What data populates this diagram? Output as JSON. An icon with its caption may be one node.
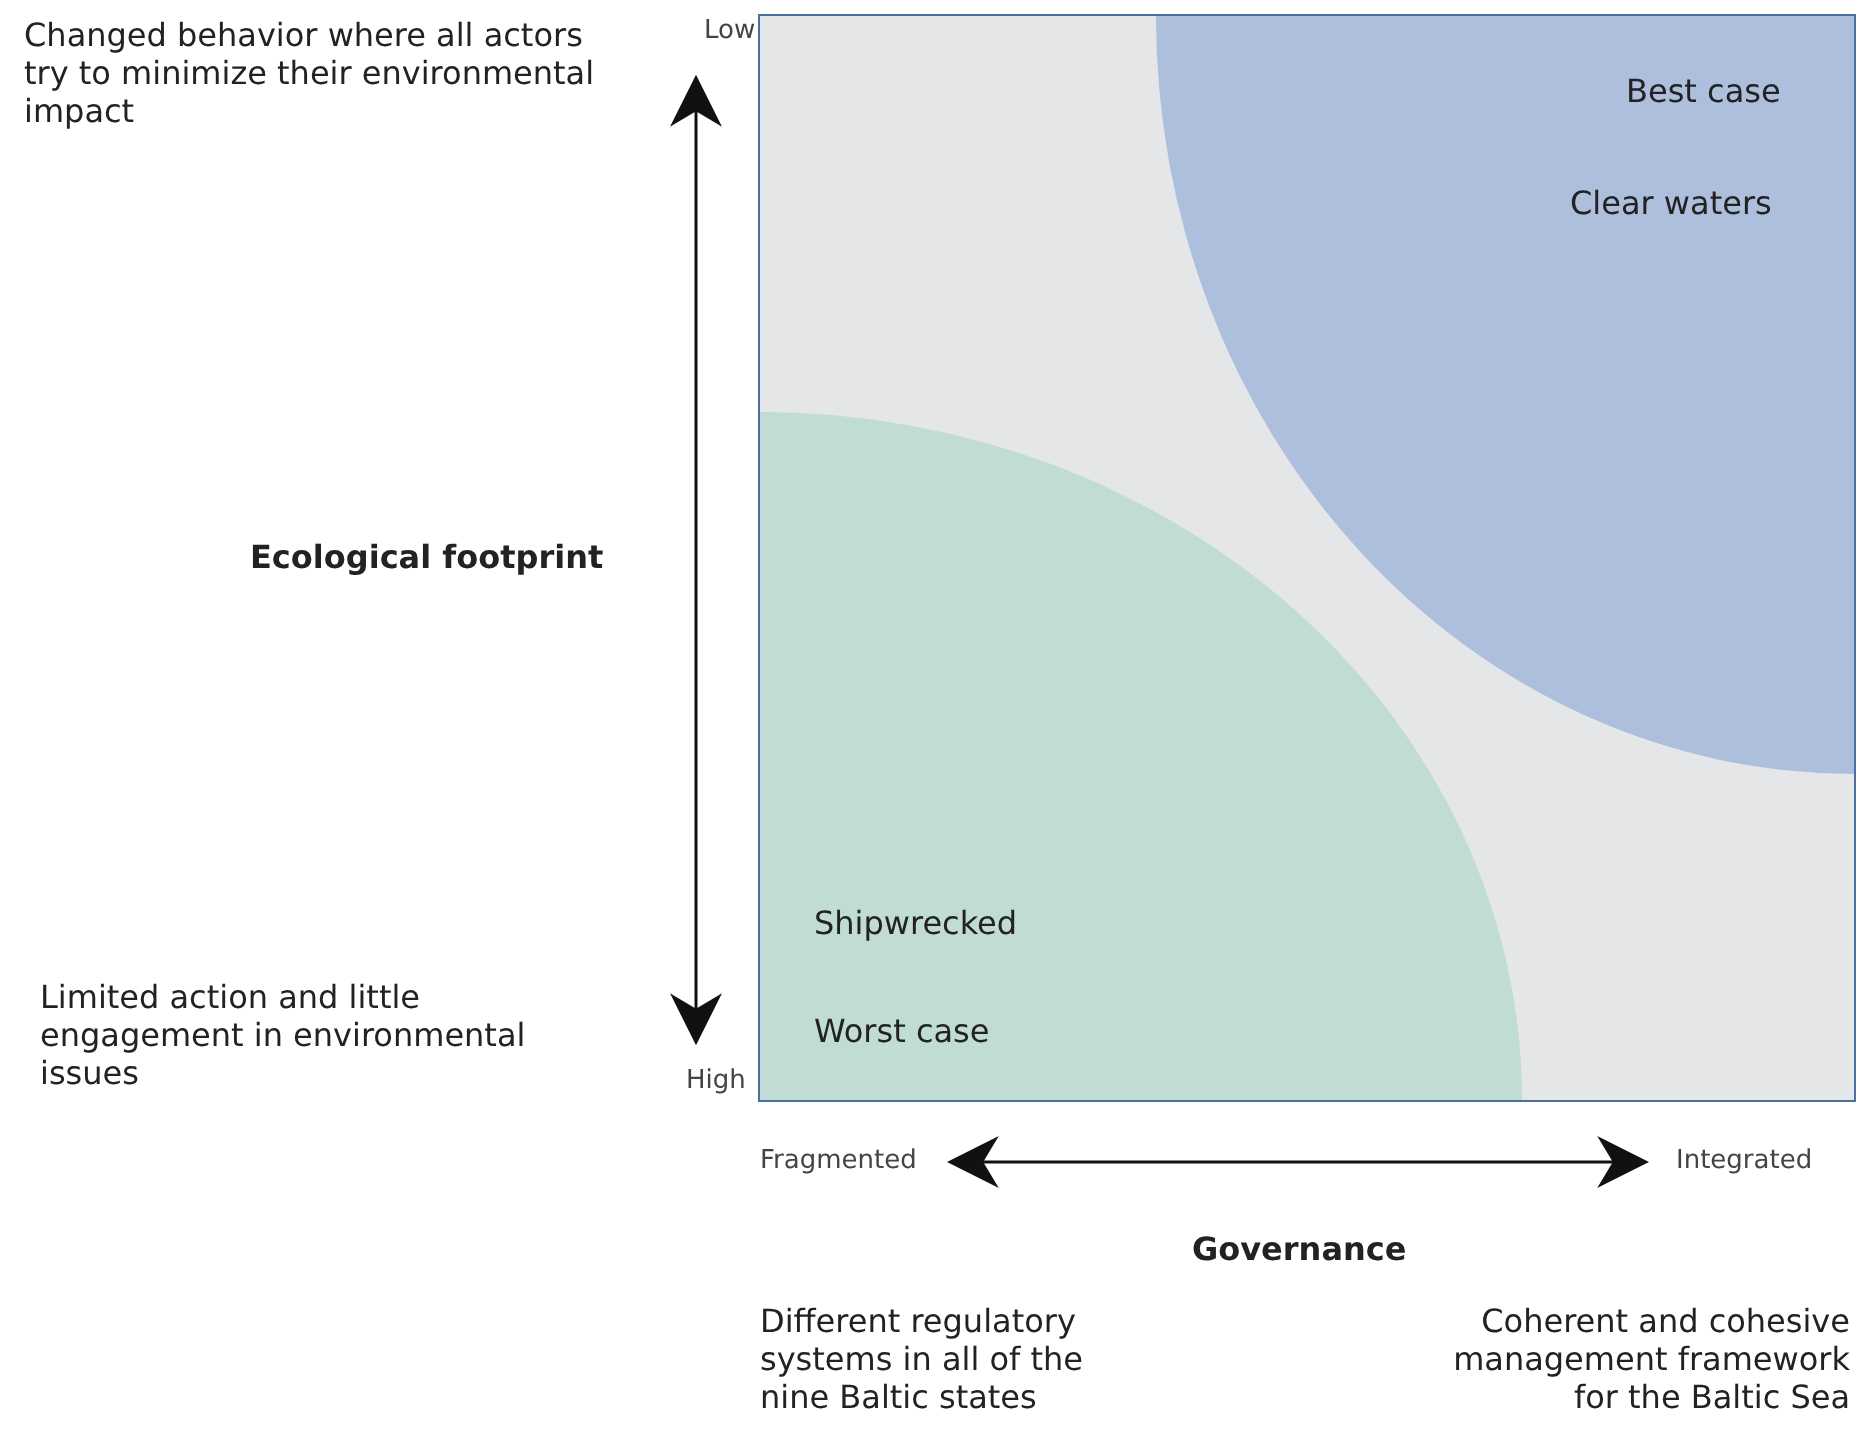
{
  "diagram": {
    "nodes": [
      {
        "text": [
          "Best case",
          "Clear waters"
        ]
      },
      {
        "text": [
          "Shipwrecked",
          "Worst case"
        ]
      }
    ],
    "edges": [],
    "labels": [
      "Changed behavior where all actors try to minimize their environmental impact",
      "Low",
      "Ecological footprint",
      "Limited action and little engagement in environmental issues",
      "High",
      "Fragmented",
      "Integrated",
      "Governance",
      "Different regulatory systems in all of the nine Baltic states",
      "Coherent and cohesive management framework for the Baltic Sea"
    ]
  }
}
